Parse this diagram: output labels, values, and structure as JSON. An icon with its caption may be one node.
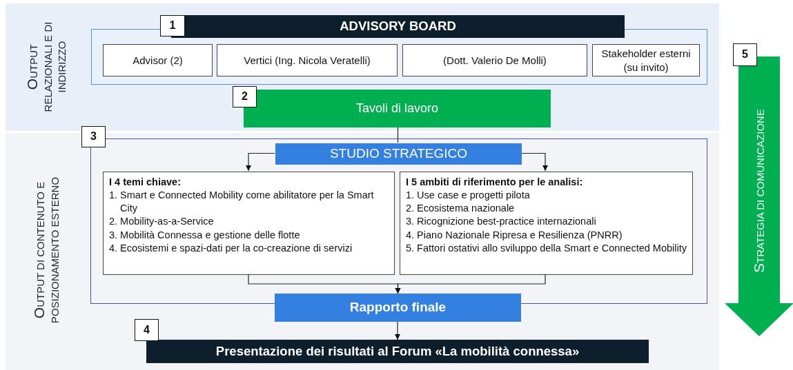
{
  "diagram": {
    "nodes": [
      {
        "text": [
          "OUTPUT RELAZIONALI E DI INDIRIZZO"
        ]
      },
      {
        "text": [],
        "shape": "box",
        "in": 0
      },
      {
        "text": [
          "1"
        ],
        "in": 0
      },
      {
        "text": [
          "ADVISORY BOARD"
        ],
        "in": 0
      },
      {
        "text": [
          "Advisor (2)"
        ],
        "in": 1
      },
      {
        "text": [
          "Vertici (Ing. Nicola Veratelli)"
        ],
        "in": 1
      },
      {
        "text": [
          "(Dott. Valerio De Molli)"
        ],
        "in": 1
      },
      {
        "text": [
          "Stakeholder esterni (su invito)"
        ],
        "in": 1
      },
      {
        "text": [
          "2"
        ],
        "in": 0
      },
      {
        "text": [
          "Tavoli di lavoro"
        ],
        "in": 0
      },
      {
        "text": [
          "OUTPUT DI CONTENUTO E POSIZIONAMENTO ESTERNO"
        ]
      },
      {
        "text": [],
        "shape": "box",
        "in": 10
      },
      {
        "text": [
          "3"
        ],
        "in": 10
      },
      {
        "text": [
          "STUDIO STRATEGICO"
        ],
        "in": 11
      },
      {
        "text": [
          "I 4 temi chiave:",
          "1. Smart e Connected Mobility come abilitatore per la Smart City",
          "2. Mobility-as-a-Service",
          "3. Mobilità Connessa e gestione delle flotte",
          "4. Ecosistemi e spazi-dati per la co-creazione di servizi"
        ],
        "in": 11
      },
      {
        "text": [
          "I 5 ambiti di riferimento per le analisi:",
          "1. Use case e progetti pilota",
          "2. Ecosistema nazionale",
          "3. Ricognizione best-practice internazionali",
          "4. Piano Nazionale Ripresa e Resilienza (PNRR)",
          "5. Fattori ostativi allo sviluppo della Smart e Connected Mobility"
        ],
        "in": 11
      },
      {
        "text": [
          "Rapporto finale"
        ],
        "in": 10
      },
      {
        "text": [
          "4"
        ],
        "in": 10
      },
      {
        "text": [
          "Presentazione dei risultati al Forum «La mobilità connessa»"
        ],
        "in": 10
      },
      {
        "text": [
          "STRATEGIA DI COMUNICAZIONE"
        ]
      },
      {
        "text": [
          "5"
        ]
      }
    ],
    "edges": [
      {
        "from": 9,
        "to": 13,
        "arrow": "none"
      },
      {
        "from": 13,
        "to": 14,
        "arrow": "to"
      },
      {
        "from": 13,
        "to": 15,
        "arrow": "to"
      },
      {
        "from": 14,
        "to": 16,
        "arrow": "to"
      },
      {
        "from": 15,
        "to": 16,
        "arrow": "to"
      },
      {
        "from": 16,
        "to": 18,
        "arrow": "to"
      }
    ]
  }
}
